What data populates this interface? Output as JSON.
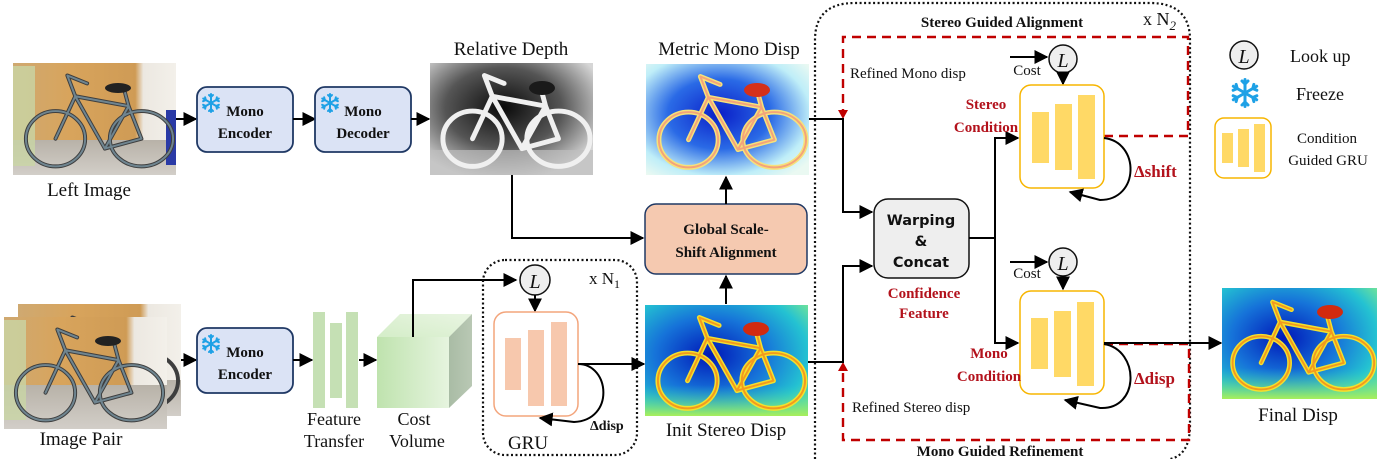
{
  "figure": {
    "type": "architecture-diagram",
    "colors": {
      "mono_block_fill": "#dbe3f5",
      "mono_block_stroke": "#1f3864",
      "snowflake": "#1ea1e6",
      "alignment_fill": "#f5c9b0",
      "gru_orange_stroke": "#f3a57c",
      "gru_orange_bar": "#f7c8ad",
      "cond_gru_stroke": "#f7b500",
      "cond_gru_bar": "#ffd966",
      "feature_green": "#c5e0b4",
      "warp_fill": "#eeeeee",
      "red_accent": "#b3121c"
    }
  },
  "images": {
    "left_image": "Left Image",
    "image_pair": "Image Pair",
    "relative_depth": "Relative Depth",
    "metric_mono_disp": "Metric Mono Disp",
    "init_stereo_disp": "Init Stereo Disp",
    "final_disp": "Final Disp"
  },
  "blocks": {
    "mono_encoder_top": {
      "line1": "Mono",
      "line2": "Encoder"
    },
    "mono_decoder": {
      "line1": "Mono",
      "line2": "Decoder"
    },
    "mono_encoder_bottom": {
      "line1": "Mono",
      "line2": "Encoder"
    },
    "feature_transfer": {
      "line1": "Feature",
      "line2": "Transfer"
    },
    "cost_volume": {
      "line1": "Cost",
      "line2": "Volume"
    },
    "global_alignment": {
      "line1": "Global Scale-",
      "line2": "Shift Alignment"
    },
    "gru": "GRU",
    "warping": {
      "line1": "Warping",
      "line2": "&",
      "line3": "Concat"
    }
  },
  "loops": {
    "n1": "x N",
    "n1_sub": "1",
    "n2": "x N",
    "n2_sub": "2",
    "delta_disp_inner": "Δdisp"
  },
  "refinement": {
    "stereo_guided_alignment": "Stereo Guided Alignment",
    "mono_guided_refinement": "Mono Guided Refinement",
    "refined_mono_disp": "Refined Mono disp",
    "refined_stereo_disp": "Refined Stereo disp",
    "cost_top": "Cost",
    "cost_bottom": "Cost",
    "stereo_condition": {
      "line1": "Stereo",
      "line2": "Condition"
    },
    "mono_condition": {
      "line1": "Mono",
      "line2": "Condition"
    },
    "confidence_feature": {
      "line1": "Confidence",
      "line2": "Feature"
    },
    "delta_shift": "Δshift",
    "delta_disp": "Δdisp",
    "lookup_symbol": "L"
  },
  "legend": {
    "lookup": "Look up",
    "freeze": "Freeze",
    "cond_gru_line1": "Condition",
    "cond_gru_line2": "Guided GRU",
    "lookup_symbol": "L"
  }
}
